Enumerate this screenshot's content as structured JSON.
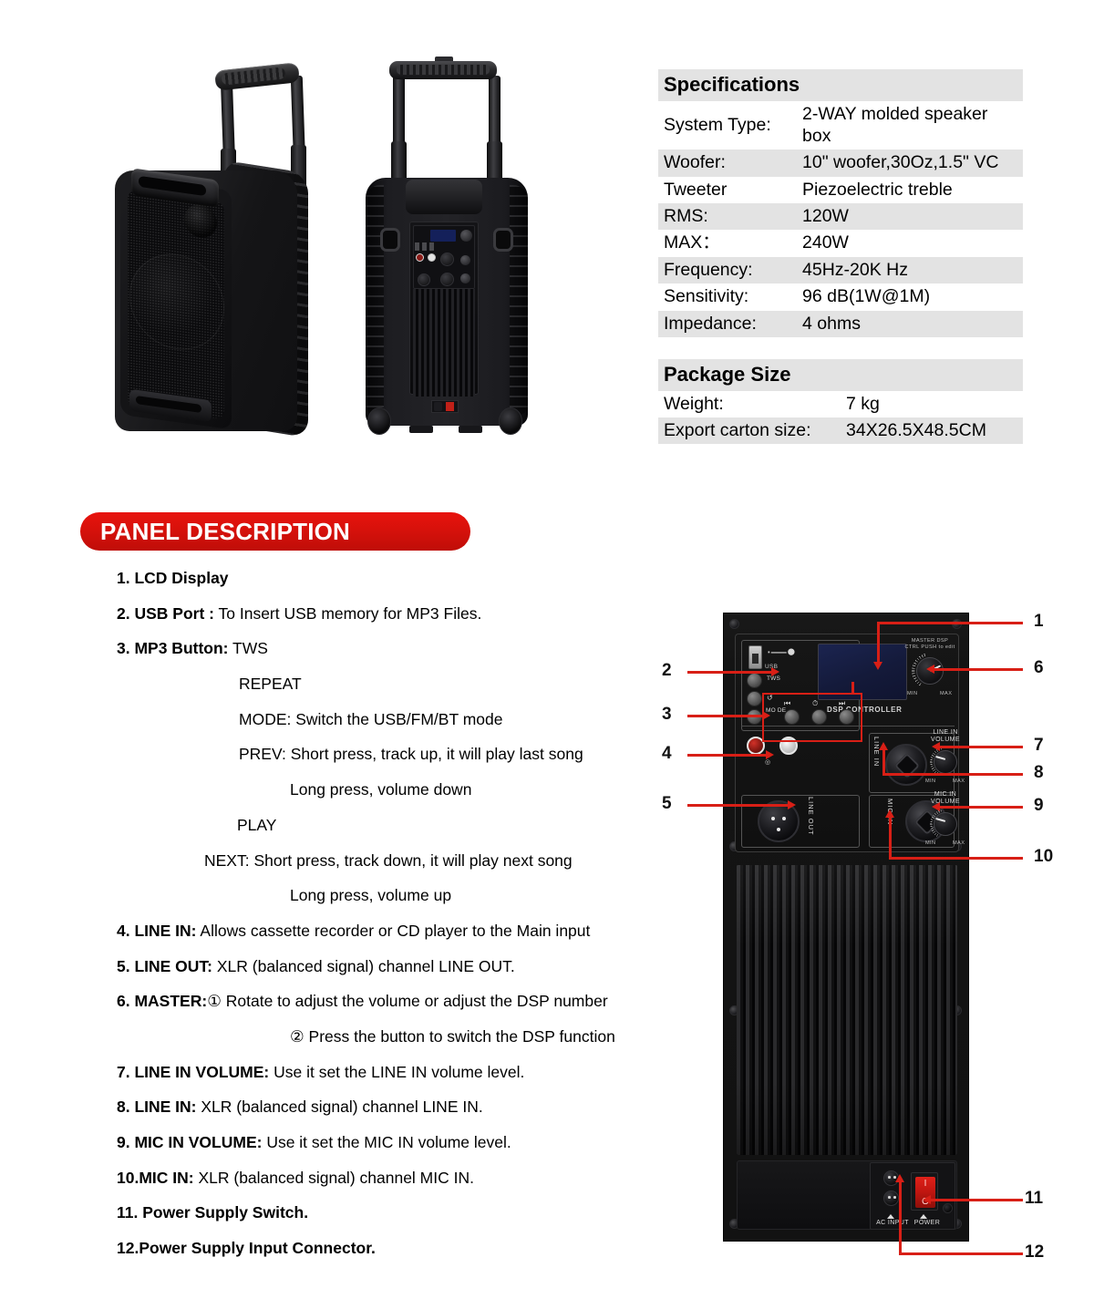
{
  "specifications": {
    "title": "Specifications",
    "rows": [
      {
        "key": "System Type:",
        "value": "2-WAY molded speaker box"
      },
      {
        "key": "Woofer:",
        "value": "10\" woofer,30Oz,1.5\" VC"
      },
      {
        "key": "Tweeter",
        "value": "Piezoelectric treble"
      },
      {
        "key": "RMS:",
        "value": "120W"
      },
      {
        "key": "MAX：",
        "value": "240W"
      },
      {
        "key": "Frequency:",
        "value": "45Hz-20K Hz"
      },
      {
        "key": "Sensitivity:",
        "value": "96 dB(1W@1M)"
      },
      {
        "key": "Impedance:",
        "value": "4 ohms"
      }
    ]
  },
  "package_size": {
    "title": "Package Size",
    "rows": [
      {
        "key": "Weight:",
        "value": "7 kg"
      },
      {
        "key": "Export carton size:",
        "value": "34X26.5X48.5CM"
      }
    ]
  },
  "panel_description": {
    "banner": "PANEL DESCRIPTION",
    "lines": [
      {
        "indent": 0,
        "bold": "1. LCD Display",
        "rest": ""
      },
      {
        "indent": 0,
        "bold": "2. USB Port :",
        "rest": " To Insert USB memory for MP3 Files."
      },
      {
        "indent": 0,
        "bold": "3. MP3 Button:",
        "rest": " TWS"
      },
      {
        "indent": 1,
        "bold": "",
        "rest": "REPEAT"
      },
      {
        "indent": 1,
        "bold": "",
        "rest": "MODE: Switch the USB/FM/BT mode"
      },
      {
        "indent": 1,
        "bold": "",
        "rest": "PREV:  Short press, track up, it will play last song"
      },
      {
        "indent": 2,
        "bold": "",
        "rest": "Long press, volume down"
      },
      {
        "indent": 3,
        "bold": "",
        "rest": "PLAY"
      },
      {
        "indent": 4,
        "bold": "",
        "rest": "NEXT: Short press, track down, it will play next song"
      },
      {
        "indent": 2,
        "bold": "",
        "rest": "Long press, volume up"
      },
      {
        "indent": 0,
        "bold": "4. LINE IN:",
        "rest": " Allows cassette recorder or CD player to the Main input"
      },
      {
        "indent": 0,
        "bold": "5. LINE OUT:",
        "rest": " XLR (balanced signal) channel LINE OUT."
      },
      {
        "indent": 0,
        "bold": "6. MASTER:",
        "rest": "① Rotate to adjust the volume or adjust the DSP number"
      },
      {
        "indent": 2,
        "bold": "",
        "rest": "② Press the button to switch the DSP function"
      },
      {
        "indent": 0,
        "bold": "7. LINE IN VOLUME:",
        "rest": " Use it set the LINE IN  volume level."
      },
      {
        "indent": 0,
        "bold": "8. LINE IN:",
        "rest": " XLR (balanced signal) channel LINE IN."
      },
      {
        "indent": 0,
        "bold": "9. MIC IN VOLUME:",
        "rest": " Use it set the MIC IN  volume level."
      },
      {
        "indent": 0,
        "bold": "10.MIC IN:",
        "rest": " XLR (balanced signal) channel MIC IN."
      },
      {
        "indent": 0,
        "bold": "11. Power Supply Switch.",
        "rest": ""
      },
      {
        "indent": 0,
        "bold": "12.Power Supply Input Connector.",
        "rest": ""
      }
    ]
  },
  "amp_panel": {
    "usb_label": "USB",
    "lcd_caption": "DSP CONTROLLER",
    "buttons": [
      {
        "label": "TWS",
        "glyph": ""
      },
      {
        "label": "",
        "glyph": "↺"
      },
      {
        "label": "MO DE",
        "glyph": ""
      },
      {
        "label": "",
        "glyph": "⏮"
      },
      {
        "label": "",
        "glyph": "⏱"
      },
      {
        "label": "",
        "glyph": "⏭"
      }
    ],
    "master_knob": {
      "title": "MASTER DSP",
      "subtitle": "CTRL PUSH to edit",
      "min": "MIN",
      "max": "MAX"
    },
    "line_in_volume": {
      "title": "LINE IN",
      "title2": "VOLUME",
      "min": "MIN",
      "max": "MAX"
    },
    "mic_in_volume": {
      "title": "MIC IN",
      "title2": "VOLUME",
      "min": "MIN",
      "max": "MAX"
    },
    "jack_labels": {
      "line_in": "LINE IN",
      "line_out": "LINE OUT",
      "mic_in": "MIC IN",
      "rca_line_in": "LINE IN"
    },
    "power_section": {
      "ac_input": "AC INPUT",
      "power": "POWER",
      "switch_on": "I",
      "switch_off": "O"
    },
    "callouts": {
      "n1": "1",
      "n2": "2",
      "n3": "3",
      "n4": "4",
      "n5": "5",
      "n6": "6",
      "n7": "7",
      "n8": "8",
      "n9": "9",
      "n10": "10",
      "n11": "11",
      "n12": "12"
    }
  },
  "colors": {
    "accent_red": "#d81f16",
    "banner_red": "#e8120c",
    "table_shade": "#e3e3e3"
  }
}
